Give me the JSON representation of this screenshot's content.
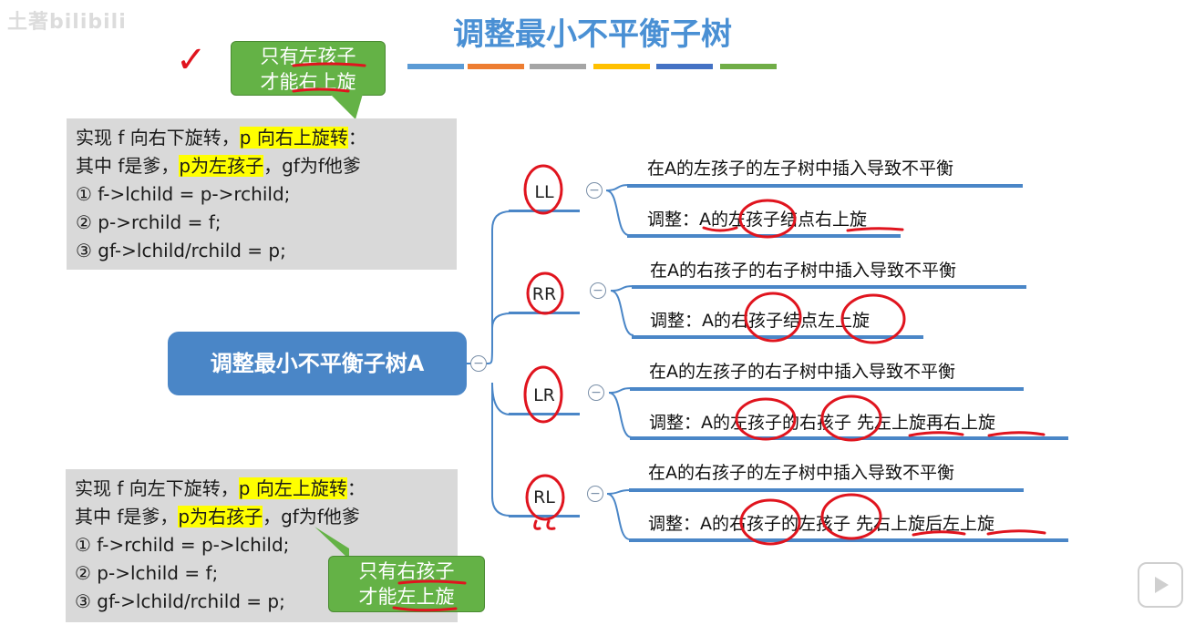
{
  "watermark": "土著bilibili",
  "title": "调整最小不平衡子树",
  "colors": {
    "accent": "#4a90d4",
    "node": "#4a86c7",
    "bubble": "#64b246",
    "highlight": "#ffff00",
    "annotation": "#e0141e"
  },
  "color_bars": [
    "#5b9bd5",
    "#ed7d31",
    "#a5a5a5",
    "#ffc000",
    "#4472c4",
    "#70ad47"
  ],
  "top_bubble": {
    "line1": "只有左孩子",
    "line2": "才能右上旋"
  },
  "bottom_bubble": {
    "line1": "只有右孩子",
    "line2": "才能左上旋"
  },
  "top_box": {
    "l1a": "实现 f 向右下旋转，",
    "l1b": "p 向右上旋转",
    "l1c": "：",
    "l2a": "其中 f是爹，",
    "l2b": "p为左孩子",
    "l2c": "，gf为f他爹",
    "l3": "① f->lchild = p->rchild;",
    "l4": "② p->rchild = f;",
    "l5": "③ gf->lchild/rchild = p;"
  },
  "bottom_box": {
    "l1a": "实现 f 向左下旋转，",
    "l1b": "p 向左上旋转",
    "l1c": "：",
    "l2a": "其中 f是爹，",
    "l2b": "p为右孩子",
    "l2c": "，gf为f他爹",
    "l3": "① f->rchild = p->lchild;",
    "l4": "② p->lchild = f;",
    "l5": "③ gf->lchild/rchild = p;"
  },
  "center_node": "调整最小不平衡子树A",
  "minus_symbol": "−",
  "branches": [
    {
      "label": "LL",
      "cause": "在A的左孩子的左子树中插入导致不平衡",
      "fix": "调整：A的左孩子结点右上旋"
    },
    {
      "label": "RR",
      "cause": "在A的右孩子的右子树中插入导致不平衡",
      "fix": "调整：A的右孩子结点左上旋"
    },
    {
      "label": "LR",
      "cause": "在A的左孩子的右子树中插入导致不平衡",
      "fix": "调整：A的左孩子的右孩子 先左上旋再右上旋"
    },
    {
      "label": "RL",
      "cause": "在A的右孩子的左子树中插入导致不平衡",
      "fix": "调整：A的右孩子的左孩子 先右上旋后左上旋"
    }
  ]
}
